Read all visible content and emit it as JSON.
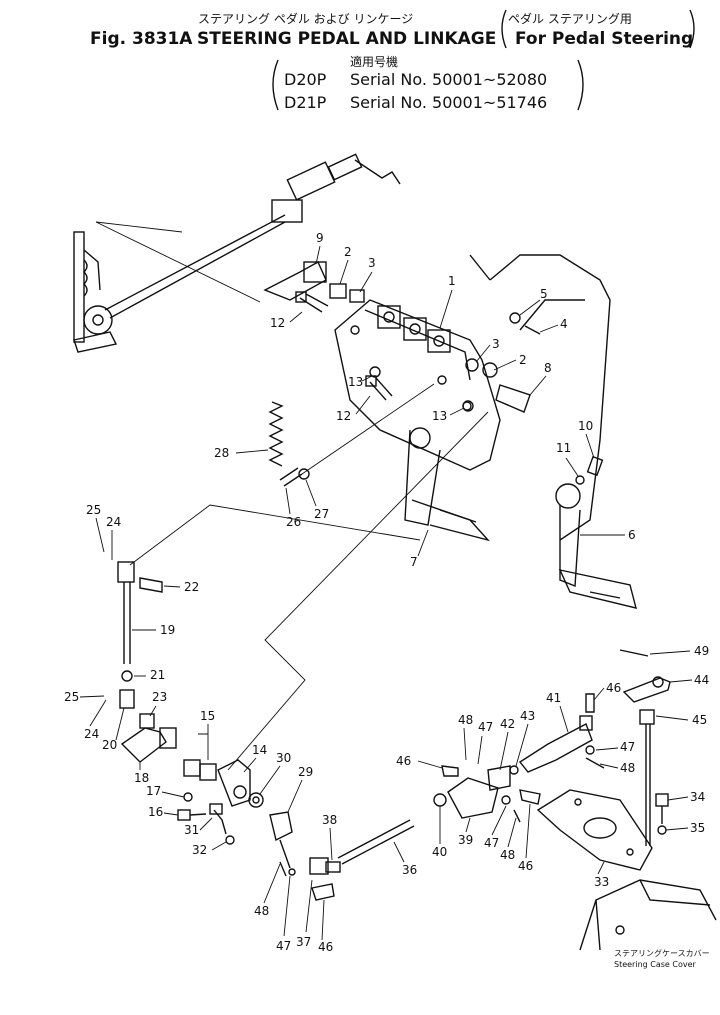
{
  "header": {
    "title_jp": "ステアリング ペダル および リンケージ",
    "subtitle_jp": "ペダル ステアリング用",
    "fig": "Fig. 3831A",
    "title": "STEERING PEDAL AND LINKAGE",
    "subtitle": "For Pedal Steering",
    "applicable_jp": "適用号機",
    "models": [
      {
        "model": "D20P",
        "serial": "Serial No. 50001~52080"
      },
      {
        "model": "D21P",
        "serial": "Serial No. 50001~51746"
      }
    ]
  },
  "callouts": [
    "1",
    "2",
    "3",
    "4",
    "5",
    "6",
    "7",
    "8",
    "9",
    "10",
    "11",
    "12",
    "13",
    "14",
    "15",
    "16",
    "17",
    "18",
    "19",
    "20",
    "21",
    "22",
    "23",
    "24",
    "25",
    "26",
    "27",
    "28",
    "29",
    "30",
    "31",
    "32",
    "33",
    "34",
    "35",
    "36",
    "37",
    "38",
    "39",
    "40",
    "41",
    "42",
    "43",
    "44",
    "45",
    "46",
    "47",
    "48",
    "49"
  ],
  "corner_note": {
    "jp": "ステアリングケースカバー",
    "en": "Steering Case Cover"
  }
}
